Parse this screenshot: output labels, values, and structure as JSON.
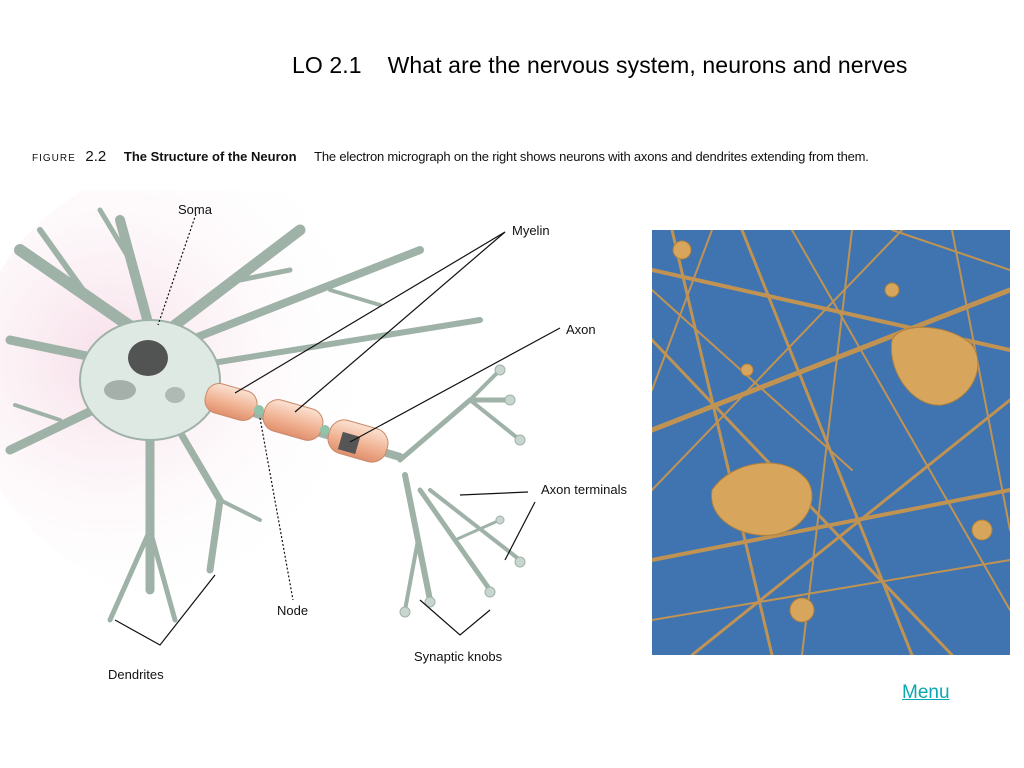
{
  "slide": {
    "title": "LO 2.1    What are the nervous system, neurons and nerves"
  },
  "figure": {
    "label_word": "FIGURE",
    "number": "2.2",
    "title": "The Structure of the Neuron",
    "description": "The electron micrograph on the right shows neurons with axons and dendrites extending from them."
  },
  "diagram_labels": {
    "soma": "Soma",
    "myelin": "Myelin",
    "axon": "Axon",
    "axon_terminals": "Axon terminals",
    "node": "Node",
    "synaptic_knobs": "Synaptic knobs",
    "dendrites": "Dendrites"
  },
  "nav": {
    "menu_label": "Menu"
  },
  "colors": {
    "neuron_fill": "#dfe9e3",
    "myelin_fill": "#f2bfa3",
    "micrograph_bg": "#3f74b0",
    "fiber": "#c7954f",
    "link": "#0aa8b0"
  }
}
